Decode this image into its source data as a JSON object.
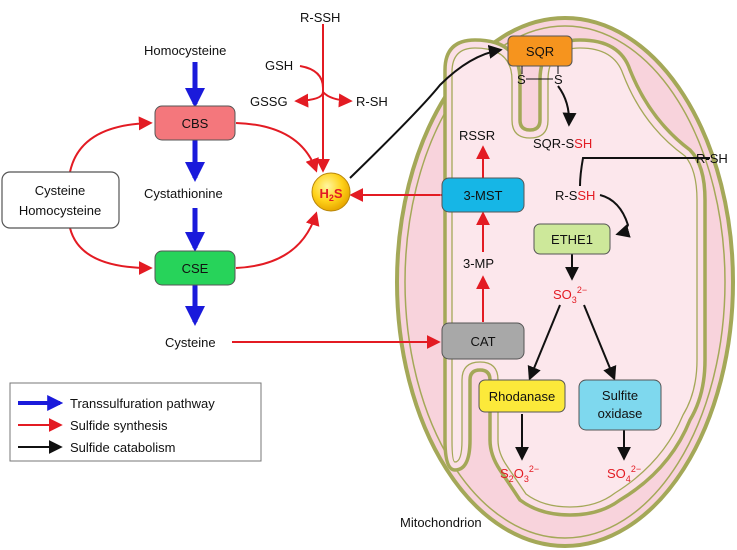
{
  "colors": {
    "transsulfuration": "#1a1adb",
    "synthesis": "#e31b23",
    "catabolism": "#111111",
    "mito_fill": "#f8d3dc",
    "mito_membrane": "#a4a858"
  },
  "substrates": {
    "homocysteine": "Homocysteine",
    "cystathionine": "Cystathionine",
    "cysteine": "Cysteine",
    "source_line1": "Cysteine",
    "source_line2": "Homocysteine"
  },
  "enzymes": {
    "cbs": "CBS",
    "cse": "CSE",
    "mst": "3-MST",
    "cat": "CAT",
    "sqr": "SQR",
    "ethe1": "ETHE1",
    "rhodanase": "Rhodanase",
    "sulfite_oxidase_line1": "Sulfite",
    "sulfite_oxidase_line2": "oxidase"
  },
  "metabolites": {
    "h2s_main": "H",
    "h2s_sub": "2",
    "h2s_tail": "S",
    "rssh": "R-SSH",
    "gsh": "GSH",
    "gssg": "GSSG",
    "rsh_top": "R-SH",
    "rssr": "RSSR",
    "three_mp": "3-MP",
    "sqr_s_left": "S",
    "sqr_s_right": "S",
    "sqr_sssh_prefix": "SQR-S",
    "sqr_sssh_suffix": "SH",
    "rsh_right": "R-SH",
    "r_ssh_prefix": "R-S",
    "r_ssh_suffix": "SH",
    "so3_base": "SO",
    "so3_sub": "3",
    "so3_sup": "2−",
    "s2o3_s": "S",
    "s2o3_sub1": "2",
    "s2o3_o": "O",
    "s2o3_sub2": "3",
    "s2o3_sup": "2−",
    "so4_base": "SO",
    "so4_sub": "4",
    "so4_sup": "2−"
  },
  "compartment": {
    "label": "Mitochondrion"
  },
  "legend": {
    "items": [
      {
        "label": "Transsulfuration pathway",
        "color": "#1a1adb"
      },
      {
        "label": "Sulfide synthesis",
        "color": "#e31b23"
      },
      {
        "label": "Sulfide catabolism",
        "color": "#111111"
      }
    ]
  }
}
